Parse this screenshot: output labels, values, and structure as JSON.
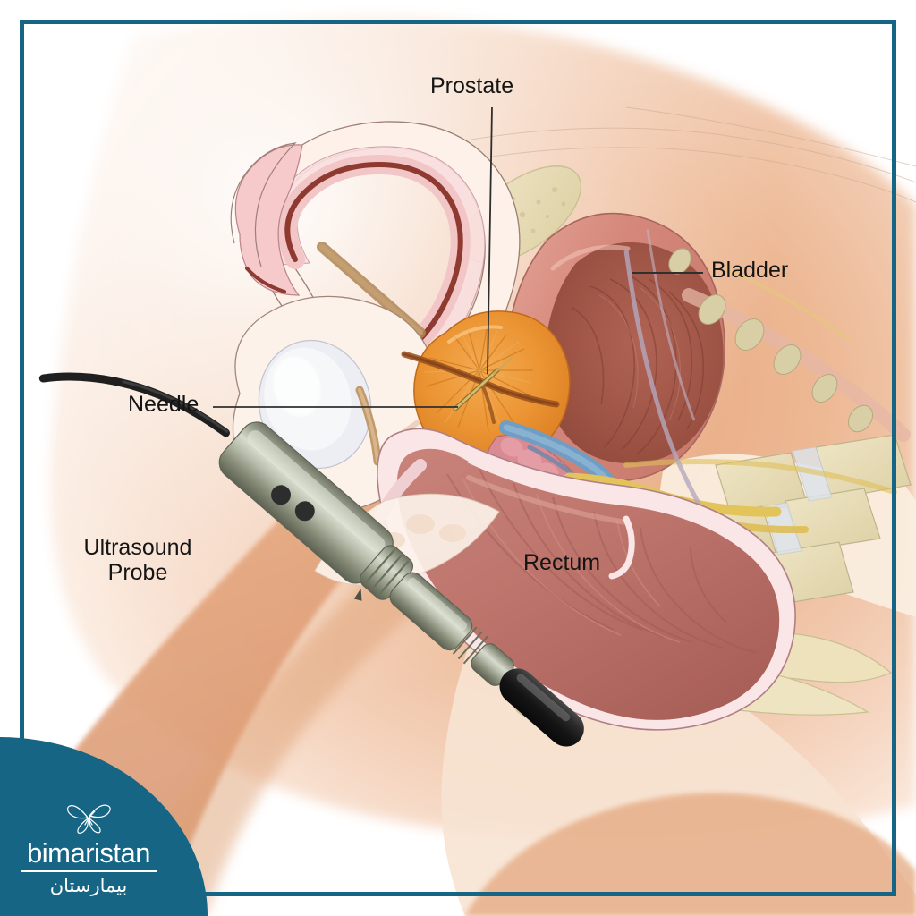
{
  "image": {
    "type": "medical-illustration",
    "subject": "Transrectal ultrasound guided prostate biopsy — male pelvis sagittal section",
    "background_color": "#ffffff",
    "frame_color": "#166584"
  },
  "labels": [
    {
      "id": "prostate",
      "text": "Prostate",
      "leader": "vertical-down"
    },
    {
      "id": "bladder",
      "text": "Bladder",
      "leader": "horizontal-left"
    },
    {
      "id": "needle",
      "text": "Needle",
      "leader": "horizontal-right"
    },
    {
      "id": "rectum",
      "text": "Rectum",
      "leader": "none"
    },
    {
      "id": "ultrasound_probe",
      "text_line1": "Ultrasound",
      "text_line2": "Probe",
      "leader": "none"
    }
  ],
  "anatomy": {
    "prostate_color": "#e8922f",
    "bladder_wall_color": "#d98b7e",
    "bladder_lumen_color": "#a85a4a",
    "rectum_color": "#c07a70",
    "skin_color": "#e8b396",
    "bone_color": "#e6dcb8",
    "urethra_color": "#8f3a30",
    "vessel_blue": "#6f9dc4",
    "nerve_yellow": "#e3c45a",
    "seminal_vesicle_color": "#d98a92"
  },
  "device": {
    "name": "transrectal ultrasound probe",
    "body_color": "#a9ad9a",
    "tip_color": "#1d1d1d",
    "cable_color": "#2a2a2a",
    "needle_color": "#c8a85e"
  },
  "logo": {
    "name": "bimaristan",
    "wordmark": "bimaristan",
    "wordmark_arabic": "بيمارستان",
    "mark": "butterfly-icon",
    "badge_color": "#166584",
    "text_color": "#ffffff"
  }
}
